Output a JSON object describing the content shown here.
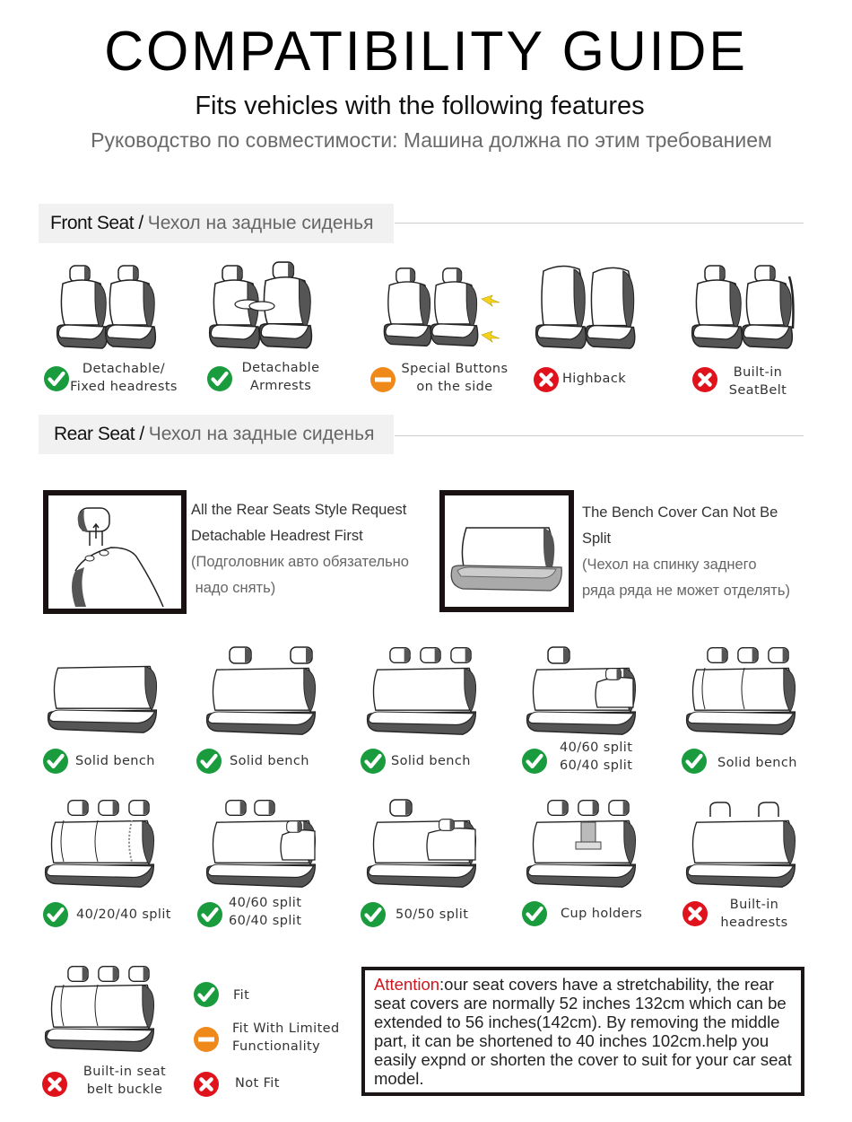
{
  "header": {
    "title": "COMPATIBILITY GUIDE",
    "subtitle": "Fits vehicles with the following features",
    "subtitle_ru": "Руководство по совместимости: Машина должна по этим требованием"
  },
  "front_section": {
    "title_en": "Front Seat /",
    "title_ru": "Чехол на задные сиденья",
    "items": [
      {
        "status": "fit",
        "line1": "Detachable/",
        "line2": "Fixed headrests"
      },
      {
        "status": "fit",
        "line1": "Detachable",
        "line2": "Armrests"
      },
      {
        "status": "limited",
        "line1": "Special Buttons",
        "line2": "on the side"
      },
      {
        "status": "not-fit",
        "line1": "Highback",
        "line2": ""
      },
      {
        "status": "not-fit",
        "line1": "Built-in",
        "line2": "SeatBelt"
      }
    ]
  },
  "rear_section": {
    "title_en": "Rear Seat /",
    "title_ru": "Чехол на задные сиденья",
    "notes": [
      {
        "line1": "All the Rear Seats Style Request",
        "line2": "Detachable Headrest First",
        "line3": "(Подголовник авто обязательно",
        "line4": " надо снять)"
      },
      {
        "line1": "The Bench Cover Can Not Be",
        "line2": "Split",
        "line3": "(Чехол на спинку заднего",
        "line4": "ряда ряда не может отделять)"
      }
    ],
    "row1": [
      {
        "status": "fit",
        "line1": "Solid bench",
        "line2": ""
      },
      {
        "status": "fit",
        "line1": "Solid bench",
        "line2": ""
      },
      {
        "status": "fit",
        "line1": "Solid bench",
        "line2": ""
      },
      {
        "status": "fit",
        "line1": "40/60 split",
        "line2": "60/40 split"
      },
      {
        "status": "fit",
        "line1": "Solid bench",
        "line2": ""
      }
    ],
    "row2": [
      {
        "status": "fit",
        "line1": "40/20/40 split",
        "line2": ""
      },
      {
        "status": "fit",
        "line1": "40/60 split",
        "line2": "60/40 split"
      },
      {
        "status": "fit",
        "line1": "50/50 split",
        "line2": ""
      },
      {
        "status": "fit",
        "line1": "Cup holders",
        "line2": ""
      },
      {
        "status": "not-fit",
        "line1": "Built-in",
        "line2": "headrests"
      }
    ],
    "row3": [
      {
        "status": "not-fit",
        "line1": "Built-in seat",
        "line2": "belt buckle"
      }
    ]
  },
  "legend": {
    "fit": "Fit",
    "limited_line1": "Fit With Limited",
    "limited_line2": "Functionality",
    "not_fit": "Not Fit"
  },
  "attention": {
    "label": "Attention",
    "text": ":our seat covers have a stretchability, the rear seat covers are normally 52 inches 132cm which can be extended to 56 inches(142cm). By removing the middle part,  it can be shortened to 40 inches 102cm.help you easily expnd or shorten the cover to suit for your car seat model."
  },
  "colors": {
    "fit_green": "#1a9c3e",
    "limited_orange": "#ef8a1a",
    "not_fit_red": "#e0131d",
    "attention_red": "#d4141c",
    "seat_dark": "#555555",
    "header_bg": "#f1f1f1"
  }
}
